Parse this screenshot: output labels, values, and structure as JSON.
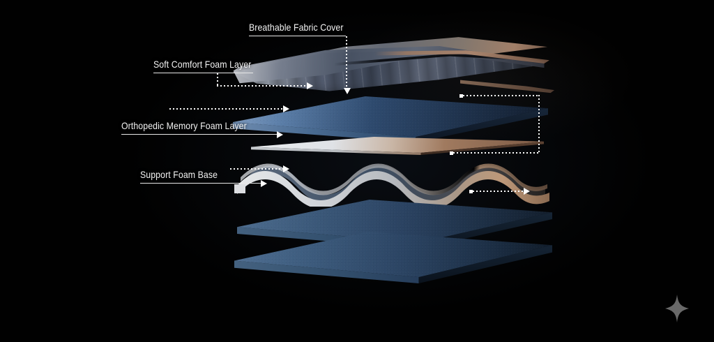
{
  "scene": {
    "title": "Mattress Layer Cutaway Diagram",
    "background_color": "#000000",
    "text_color": "#f2f2f2",
    "line_color": "#ffffff"
  },
  "callouts": [
    {
      "id": "breathable-fabric-cover",
      "label": "Breathable Fabric Cover",
      "leader": "underline-then-vertical-dotted-down-arrow"
    },
    {
      "id": "soft-comfort-foam-layer",
      "label": "Soft Comfort Foam Layer",
      "leader": "underline-then-vertical-dotted-then-horizontal-dotted-right-arrow"
    },
    {
      "id": "orthopedic-memory-foam-layer",
      "label": "Orthopedic Memory Foam Layer",
      "leader": "underline-extends-right-to-solid-arrow"
    },
    {
      "id": "support-foam-base",
      "label": "Support Foam Base",
      "leader": "underline-extends-right-to-solid-arrow"
    }
  ],
  "layers": [
    {
      "id": "quilted-cover",
      "name": "Quilted Fabric Cover",
      "color": "#8d949f",
      "accent_color": "#b0886e"
    },
    {
      "id": "memory-foam-slab",
      "name": "Orthopedic Memory Foam Layer",
      "color": "#2e4a6e"
    },
    {
      "id": "thin-transition-sheet",
      "name": "Thin Transition Sheet",
      "color": "#dfe2e6",
      "accent_color": "#a07a5f"
    },
    {
      "id": "wavy-support-foam",
      "name": "Wavy Support Foam",
      "color": "#d4d6da",
      "accent_color": "#b08a6e"
    },
    {
      "id": "support-foam-slab",
      "name": "Support Foam Base",
      "color": "#2b4362"
    },
    {
      "id": "base-foam-slab",
      "name": "Base Foam Slab",
      "color": "#2c4564"
    }
  ],
  "dimension_guides": [
    {
      "id": "right-bracket",
      "style": "dotted",
      "endpoint_marker": "square"
    },
    {
      "id": "wavy-dimension",
      "style": "dotted",
      "endpoint_marker": "square-to-arrow"
    }
  ],
  "decor": {
    "sparkle_icon": "four-pointed-star"
  }
}
